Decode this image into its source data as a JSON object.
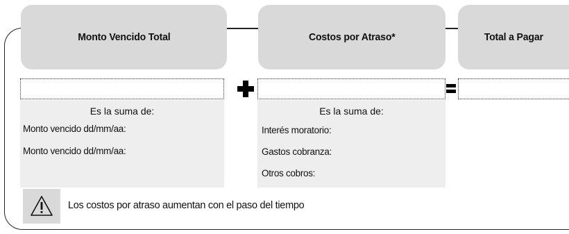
{
  "headers": {
    "overdue_total": "Monto Vencido Total",
    "late_costs": "Costos por Atraso*",
    "total_to_pay": "Total a Pagar"
  },
  "overdue_panel": {
    "heading": "Es la suma de:",
    "lines": [
      "Monto vencido dd/mm/aa:",
      "Monto vencido dd/mm/aa:"
    ]
  },
  "costs_panel": {
    "heading": "Es la suma de:",
    "lines": [
      "Interés moratorio:",
      "Gastos cobranza:",
      "Otros cobros:"
    ]
  },
  "fields": {
    "overdue_total_value": "",
    "late_costs_value": "",
    "total_to_pay_value": ""
  },
  "operators": {
    "plus": "plus-sign",
    "equals": "equals-sign"
  },
  "warning": {
    "icon": "warning-triangle-icon",
    "text": "Los costos por atraso aumentan con el paso del tiempo"
  }
}
